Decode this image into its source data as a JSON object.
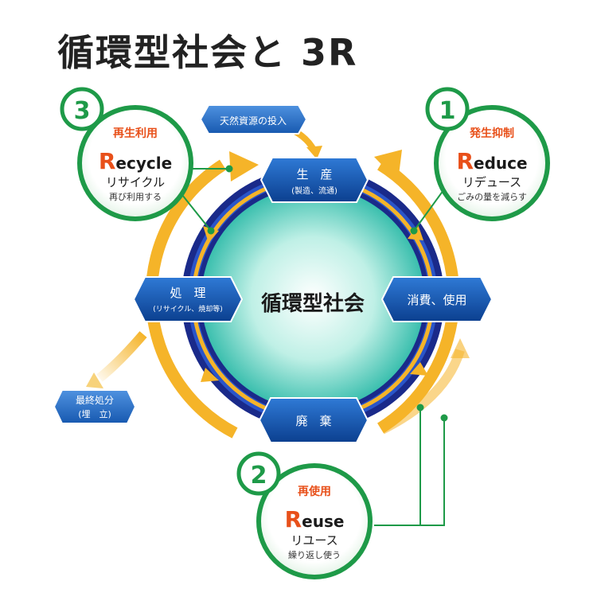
{
  "title": "循環型社会と 3R",
  "center_label": "循環型社会",
  "input_label": "天然資源の投入",
  "stages": {
    "production": {
      "label": "生　産",
      "sub": "(製造、流通)"
    },
    "consumption": {
      "label": "消費、使用"
    },
    "disposal": {
      "label": "廃　棄"
    },
    "treatment": {
      "label": "処　理",
      "sub": "(リサイクル、焼却等)"
    }
  },
  "final_disposal": {
    "line1": "最終処分",
    "line2": "(埋　立)"
  },
  "r_items": [
    {
      "number": "1",
      "tag": "発生抑制",
      "en_initial": "R",
      "en_rest": "educe",
      "kana": "リデュース",
      "desc": "ごみの量を減らす"
    },
    {
      "number": "2",
      "tag": "再使用",
      "en_initial": "R",
      "en_rest": "euse",
      "kana": "リユース",
      "desc": "繰り返し使う"
    },
    {
      "number": "3",
      "tag": "再生利用",
      "en_initial": "R",
      "en_rest": "ecycle",
      "kana": "リサイクル",
      "desc": "再び利用する"
    }
  ],
  "colors": {
    "green": "#1e9a48",
    "orange": "#e8501a",
    "blue": "#0d4fa0",
    "yellow": "#f5b429"
  }
}
